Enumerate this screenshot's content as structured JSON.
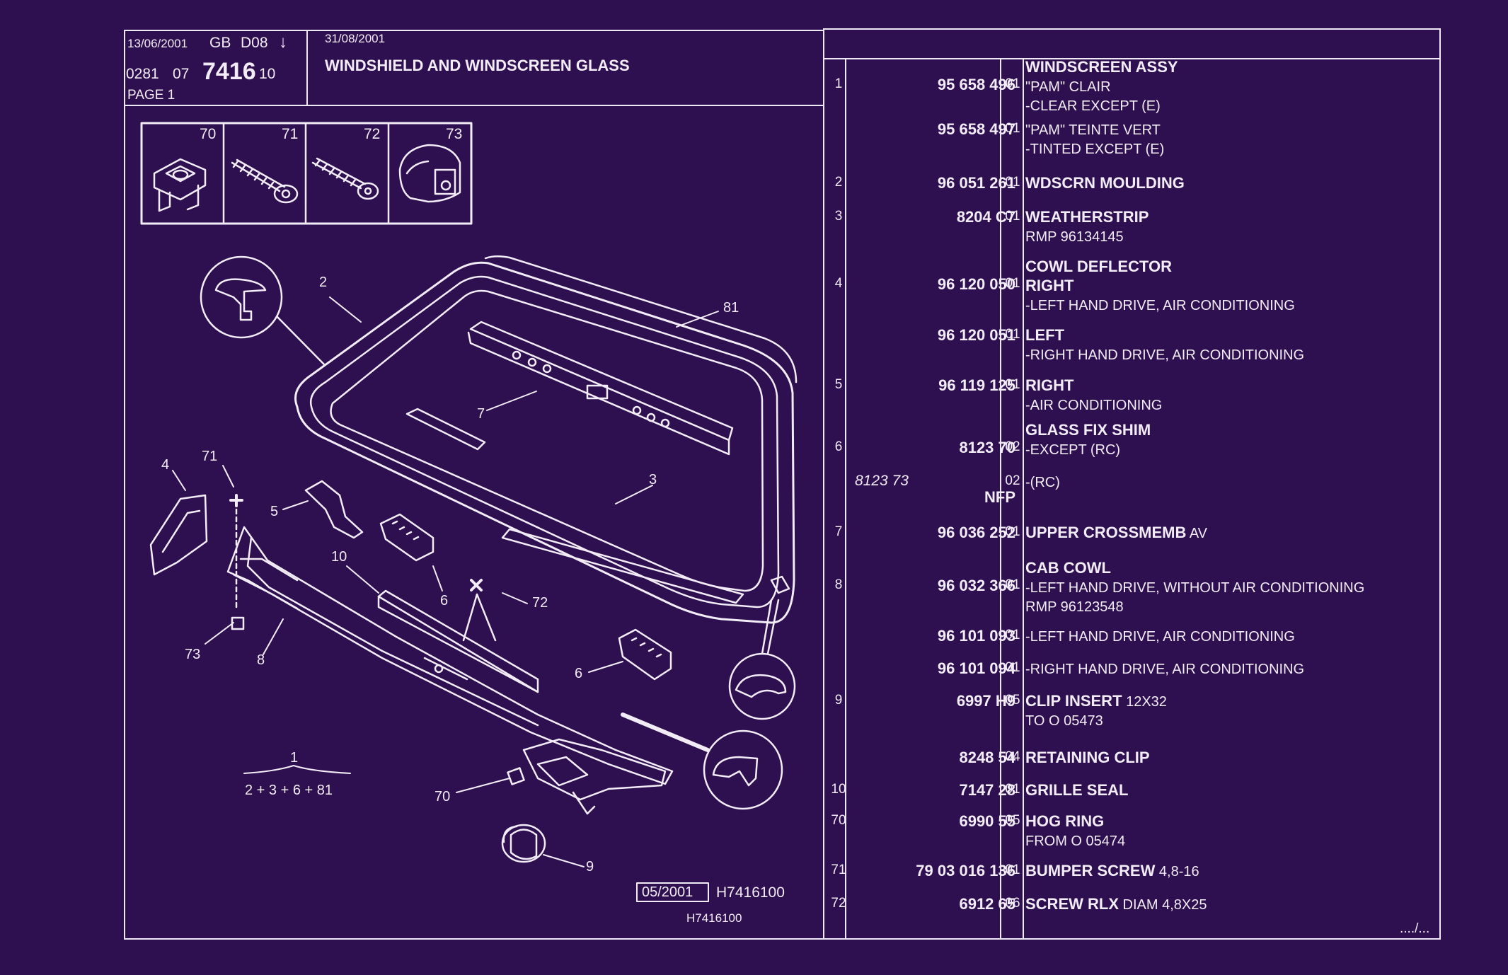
{
  "header": {
    "date": "13/06/2001",
    "lang": "GB",
    "code": "D08",
    "arrow": "↓",
    "catalogue_a": "0281",
    "catalogue_b": "07",
    "plate": "7416",
    "plate_suffix": "10",
    "page": "PAGE  1",
    "revision_date": "31/08/2001",
    "title": "WINDSHIELD AND WINDSCREEN GLASS"
  },
  "inset_labels": [
    "70",
    "71",
    "72",
    "73"
  ],
  "callouts": {
    "c2": "2",
    "c81": "81",
    "c7": "7",
    "c3": "3",
    "c4": "4",
    "c71": "71",
    "c5": "5",
    "c10": "10",
    "c6a": "6",
    "c72": "72",
    "c73": "73",
    "c8": "8",
    "c6b": "6",
    "c1": "1",
    "formula": "2 + 3 + 6 + 81",
    "c70": "70",
    "c9": "9"
  },
  "footer": {
    "edition": "05/2001",
    "ref": "H7416100",
    "ref2": "H7416100",
    "continued": "..../..."
  },
  "parts": [
    {
      "ref": "1",
      "pn": "95 658 496",
      "q": "01",
      "lines": [
        {
          "t": "WINDSCREEN ASSY",
          "s": ""
        },
        {
          "t": "",
          "s": "\"PAM\" CLAIR"
        },
        {
          "t": "",
          "s": "-CLEAR EXCEPT  (E)"
        }
      ]
    },
    {
      "ref": "",
      "pn": "95 658 497",
      "q": "01",
      "lines": [
        {
          "t": "",
          "s": "\"PAM\" TEINTE VERT"
        },
        {
          "t": "",
          "s": "-TINTED EXCEPT  (E)"
        }
      ]
    },
    {
      "ref": "2",
      "pn": "96 051 261",
      "q": "01",
      "lines": [
        {
          "t": "WDSCRN MOULDING",
          "s": ""
        }
      ]
    },
    {
      "ref": "3",
      "pn": "8204 C7",
      "q": "01",
      "lines": [
        {
          "t": "WEATHERSTRIP",
          "s": ""
        },
        {
          "t": "",
          "s": "RMP 96134145"
        }
      ]
    },
    {
      "ref": "4",
      "pn": "96 120 050",
      "q": "01",
      "lines": [
        {
          "t": "COWL DEFLECTOR",
          "s": ""
        },
        {
          "t": "RIGHT",
          "s": ""
        },
        {
          "t": "",
          "s": "-LEFT HAND DRIVE, AIR CONDITIONING"
        }
      ]
    },
    {
      "ref": "",
      "pn": "96 120 051",
      "q": "01",
      "lines": [
        {
          "t": "LEFT",
          "s": ""
        },
        {
          "t": "",
          "s": "-RIGHT HAND DRIVE, AIR CONDITIONING"
        }
      ]
    },
    {
      "ref": "5",
      "pn": "96 119 125",
      "q": "01",
      "lines": [
        {
          "t": "RIGHT",
          "s": ""
        },
        {
          "t": "",
          "s": "-AIR CONDITIONING"
        }
      ]
    },
    {
      "ref": "6",
      "pn": "8123 70",
      "q": "02",
      "lines": [
        {
          "t": "GLASS FIX SHIM",
          "s": ""
        },
        {
          "t": "",
          "s": "-EXCEPT  (RC)"
        }
      ]
    },
    {
      "ref": "",
      "pn": "NFP",
      "alt": "8123 73",
      "q": "02",
      "lines": [
        {
          "t": "",
          "s": "-(RC)"
        }
      ]
    },
    {
      "ref": "7",
      "pn": "96 036 252",
      "q": "01",
      "lines": [
        {
          "t": "UPPER CROSSMEMB",
          "s": " AV"
        }
      ]
    },
    {
      "ref": "8",
      "pn": "96 032 366",
      "q": "01",
      "lines": [
        {
          "t": "CAB COWL",
          "s": ""
        },
        {
          "t": "",
          "s": "-LEFT HAND DRIVE, WITHOUT AIR CONDITIONING"
        },
        {
          "t": "",
          "s": "RMP 96123548"
        }
      ]
    },
    {
      "ref": "",
      "pn": "96 101 093",
      "q": "01",
      "lines": [
        {
          "t": "",
          "s": "-LEFT HAND DRIVE, AIR CONDITIONING"
        }
      ]
    },
    {
      "ref": "",
      "pn": "96 101 094",
      "q": "01",
      "lines": [
        {
          "t": "",
          "s": "-RIGHT HAND DRIVE, AIR CONDITIONING"
        }
      ]
    },
    {
      "ref": "9",
      "pn": "6997 H9",
      "q": "05",
      "lines": [
        {
          "t": "CLIP INSERT",
          "s": " 12X32"
        },
        {
          "t": "",
          "s": "TO  O  05473"
        }
      ]
    },
    {
      "ref": "",
      "pn": "8248 54",
      "q": "04",
      "lines": [
        {
          "t": "RETAINING CLIP",
          "s": ""
        }
      ]
    },
    {
      "ref": "10",
      "pn": "7147 28",
      "q": "01",
      "lines": [
        {
          "t": "GRILLE SEAL",
          "s": ""
        }
      ]
    },
    {
      "ref": "70",
      "pn": "6990 55",
      "q": "05",
      "lines": [
        {
          "t": "HOG RING",
          "s": ""
        },
        {
          "t": "",
          "s": "FROM  O  05474"
        }
      ]
    },
    {
      "ref": "71",
      "pn": "79 03 016 136",
      "q": "01",
      "lines": [
        {
          "t": "BUMPER SCREW",
          "s": " 4,8-16"
        }
      ]
    },
    {
      "ref": "72",
      "pn": "6912 65",
      "q": "06",
      "lines": [
        {
          "t": "SCREW RLX",
          "s": " DIAM 4,8X25"
        }
      ]
    }
  ],
  "colors": {
    "background": "#2e0f4f",
    "ink": "#f2ecf7"
  }
}
